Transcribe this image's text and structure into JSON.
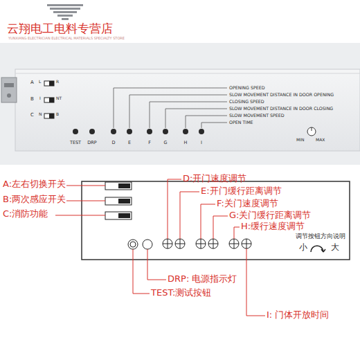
{
  "diagram": {
    "labels": [
      "云翔电工电料专营店",
      "YUNXIANG ELECTRICIAN ELECTRICAL MATERIALS SPECIALTY STORE",
      "A",
      "L",
      "R",
      "B",
      "I",
      "NT",
      "C",
      "N",
      "B",
      "TEST",
      "DRP",
      "D",
      "E",
      "F",
      "G",
      "H",
      "I",
      "OPENING SPEED",
      "SLOW MOVEMENT DISTANCE IN DOOR OPENING",
      "CLOSING SPEED",
      "SLOW MOVEMENT DISTANCE IN DOOR CLOSING",
      "SLOW MOVEMENT SPEED",
      "OPEN TIME",
      "MIN",
      "MAX",
      "A:左右切换开关",
      "B:两次感应开关",
      "C:消防功能",
      "D:开门速度调节",
      "E:开门缓行距离调节",
      "F:关门速度调节",
      "G:关门缓行距离调节",
      "H:缓行速度调节",
      "调节按钮方向说明",
      "小",
      "大",
      "DRP: 电源指示灯",
      "TEST:测试按钮",
      "I: 门体开放时间"
    ]
  }
}
